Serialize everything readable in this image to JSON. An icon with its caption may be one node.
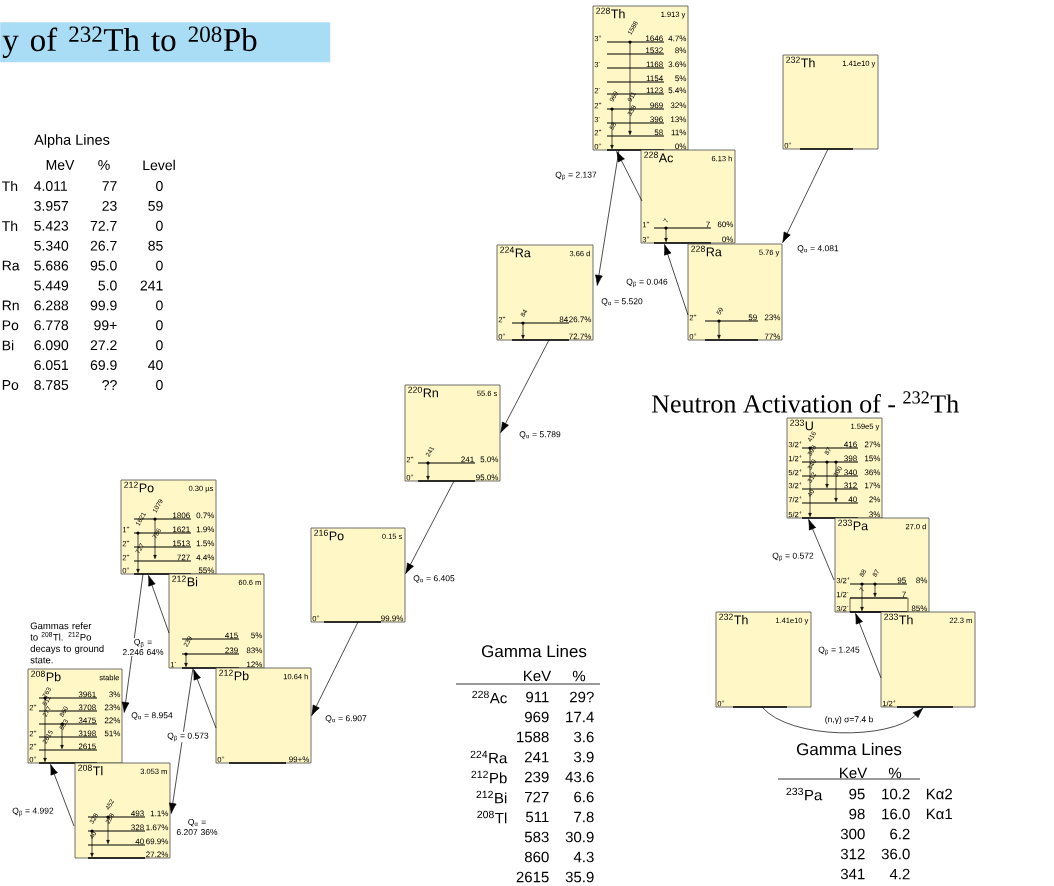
{
  "diagram": {
    "title": "y of $^{232}$Th to $^{208}$Pb",
    "nodes": [
      {
        "text": [
          "$^{228}$Th",
          "1.913 y",
          "3$^{+}$",
          "1646",
          "4.7%",
          "1532",
          "8%",
          "3$^{-}$",
          "1168",
          "3.6%",
          "1154",
          "5%",
          "2$^{-}$",
          "1123",
          "5.4%",
          "2$^{+}$",
          "969",
          "32%",
          "3$^{-}$",
          "396",
          "13%",
          "2$^{+}$",
          "58",
          "11%",
          "0$^{+}$",
          "0%",
          "1588",
          "969",
          "911",
          "338",
          "58"
        ]
      },
      {
        "text": [
          "$^{232}$Th",
          "1.41e10 y",
          "0$^{+}$"
        ]
      },
      {
        "text": [
          "$^{228}$Ac",
          "6.13 h",
          "1$^{+}$",
          "7",
          "60%",
          "3$^{+}$",
          "0%",
          "7"
        ]
      },
      {
        "text": [
          "$^{224}$Ra",
          "3.66 d",
          "2$^{+}$",
          "84",
          "26.7%",
          "0$^{+}$",
          "72.7%",
          "84"
        ]
      },
      {
        "text": [
          "$^{228}$Ra",
          "5.76 y",
          "2$^{+}$",
          "59",
          "23%",
          "0$^{+}$",
          "77%",
          "59"
        ]
      },
      {
        "text": [
          "$^{220}$Rn",
          "55.6 s",
          "2$^{+}$",
          "241",
          "5.0%",
          "0$^{+}$",
          "95.0%",
          "241"
        ]
      },
      {
        "text": [
          "$^{233}$U",
          "1.59e5 y",
          "3/2$^{+}$",
          "416",
          "27%",
          "1/2$^{+}$",
          "398",
          "15%",
          "5/2$^{+}$",
          "340",
          "36%",
          "3/2$^{+}$",
          "312",
          "17%",
          "7/2$^{+}$",
          "40",
          "2%",
          "5/2$^{+}$",
          "3%",
          "416",
          "398",
          "340",
          "312",
          "40",
          "87",
          "300"
        ]
      },
      {
        "text": [
          "$^{233}$Pa",
          "27.0 d",
          "3/2$^{+}$",
          "95",
          "8%",
          "1/2$^{-}$",
          "7",
          "3/2$^{-}$",
          "85%",
          "88",
          "7",
          "87"
        ]
      },
      {
        "text": [
          "$^{212}$Po",
          "0.30 µs",
          "1806",
          "0.7%",
          "1$^{+}$",
          "1621",
          "1.9%",
          "2$^{+}$",
          "1513",
          "1.5%",
          "2$^{+}$",
          "727",
          "4.4%",
          "0$^{+}$",
          "55%",
          "1079",
          "1621",
          "786",
          "727"
        ]
      },
      {
        "text": [
          "$^{216}$Po",
          "0.15 s",
          "0$^{+}$",
          "99.9%"
        ]
      },
      {
        "text": [
          "$^{212}$Bi",
          "60.6 m",
          "415",
          "5%",
          "239",
          "83%",
          "1$^{-}$",
          "12%",
          "239"
        ]
      },
      {
        "text": [
          "$^{232}$Th",
          "1.41e10 y",
          "0$^{+}$"
        ]
      },
      {
        "text": [
          "$^{233}$Th",
          "22.3 m",
          "1/2$^{+}$"
        ]
      },
      {
        "text": [
          "$^{208}$Pb",
          "stable",
          "3961",
          "3%",
          "2$^{+}$",
          "3708",
          "23%",
          "3475",
          "22%",
          "2$^{+}$",
          "3198",
          "51%",
          "2$^{+}$",
          "2615",
          "0$^{+}$",
          "763",
          "511",
          "277",
          "2615",
          "860",
          "583"
        ],
        "beside": [
          "Gammas refer to $^{208}$Tl. $^{212}$Po decays to ground state."
        ]
      },
      {
        "text": [
          "$^{212}$Pb",
          "10.64 h",
          "0$^{+}$",
          "99+%"
        ]
      },
      {
        "text": [
          "$^{208}$Tl",
          "3.053 m",
          "493",
          "1.1%",
          "328",
          "1.67%",
          "40",
          "69.9%",
          "27.2%",
          "452",
          "328",
          "288",
          "40"
        ]
      }
    ],
    "edges": [
      {
        "from": 1,
        "to": 4,
        "arrow": "to",
        "label": "Q$_{α}$ = 4.081"
      },
      {
        "from": 4,
        "to": 2,
        "arrow": "to",
        "label": "Q$_{β}$ = 0.046"
      },
      {
        "from": 2,
        "to": 0,
        "arrow": "to",
        "label": "Q$_{β}$ = 2.137"
      },
      {
        "from": 0,
        "to": 3,
        "arrow": "to",
        "label": "Q$_{α}$ = 5.520"
      },
      {
        "from": 3,
        "to": 5,
        "arrow": "to",
        "label": "Q$_{α}$ = 5.789"
      },
      {
        "from": 5,
        "to": 9,
        "arrow": "to",
        "label": "Q$_{α}$ = 6.405"
      },
      {
        "from": 9,
        "to": 14,
        "arrow": "to",
        "label": "Q$_{α}$ = 6.907"
      },
      {
        "from": 14,
        "to": 10,
        "arrow": "to",
        "label": "Q$_{β}$ = 0.573"
      },
      {
        "from": 10,
        "to": 8,
        "arrow": "to",
        "label": "Q$_{β}$ = 2.246 64%"
      },
      {
        "from": 10,
        "to": 15,
        "arrow": "to",
        "label": "Q$_{α}$ = 6.207 36%"
      },
      {
        "from": 8,
        "to": 13,
        "arrow": "to",
        "label": "Q$_{α}$ = 8.954"
      },
      {
        "from": 15,
        "to": 13,
        "arrow": "to",
        "label": "Q$_{β}$ = 4.992"
      },
      {
        "from": 11,
        "to": 12,
        "arrow": "to",
        "label": "(n,γ) σ=7.4 b"
      },
      {
        "from": 12,
        "to": 7,
        "arrow": "to",
        "label": "Q$_{β}$ = 1.245"
      },
      {
        "from": 7,
        "to": 6,
        "arrow": "to",
        "label": "Q$_{β}$ = 0.572"
      }
    ],
    "labels": [
      "Alpha Lines",
      "MeV",
      "%",
      "Level",
      "Th",
      "4.011",
      "77",
      "0",
      "3.957",
      "23",
      "59",
      "Th",
      "5.423",
      "72.7",
      "0",
      "5.340",
      "26.7",
      "85",
      "Ra",
      "5.686",
      "95.0",
      "0",
      "5.449",
      "5.0",
      "241",
      "Rn",
      "6.288",
      "99.9",
      "0",
      "Po",
      "6.778",
      "99+",
      "0",
      "Bi",
      "6.090",
      "27.2",
      "0",
      "6.051",
      "69.9",
      "40",
      "Po",
      "8.785",
      "??",
      "0",
      "Neutron Activation of  - $^{232}$Th",
      "Gamma Lines",
      "KeV",
      "%",
      "$^{228}$Ac",
      "911",
      "29?",
      "969",
      "17.4",
      "1588",
      "3.6",
      "$^{224}$Ra",
      "241",
      "3.9",
      "$^{212}$Pb",
      "239",
      "43.6",
      "$^{212}$Bi",
      "727",
      "6.6",
      "$^{208}$Tl",
      "511",
      "7.8",
      "583",
      "30.9",
      "860",
      "4.3",
      "2615",
      "35.9",
      "Gamma Lines",
      "KeV",
      "%",
      "$^{233}$Pa",
      "95",
      "10.2",
      "Kα2",
      "98",
      "16.0",
      "Kα1",
      "300",
      "6.2",
      "312",
      "36.0",
      "341",
      "4.2"
    ]
  }
}
